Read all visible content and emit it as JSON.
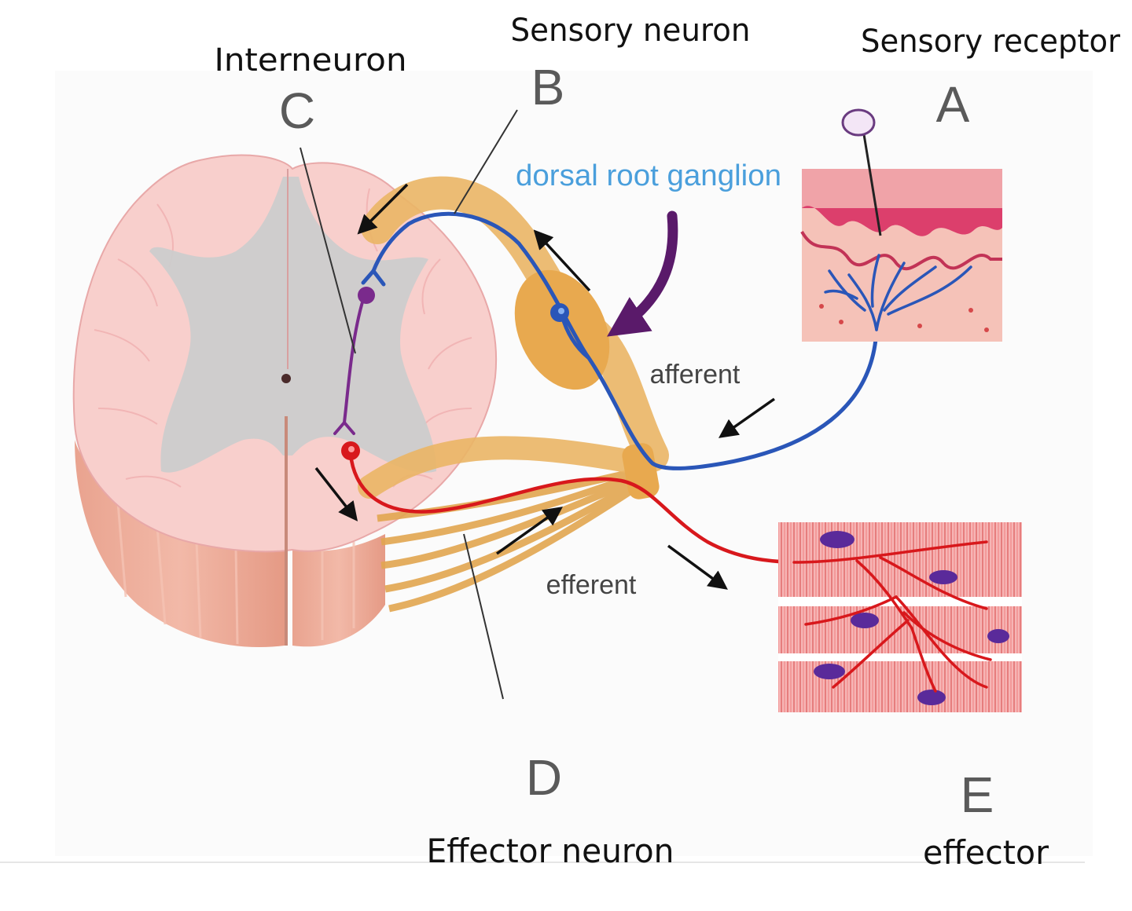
{
  "labels": {
    "A": {
      "letter": "A",
      "caption": "Sensory receptor"
    },
    "B": {
      "letter": "B",
      "caption": "Sensory neuron"
    },
    "C": {
      "letter": "C",
      "caption": "Interneuron"
    },
    "D": {
      "letter": "D",
      "caption": "Effector neuron"
    },
    "E": {
      "letter": "E",
      "caption": "effector"
    }
  },
  "printed": {
    "ganglion": "dorsal root ganglion",
    "afferent": "afferent",
    "efferent": "efferent"
  },
  "colors": {
    "sensory_pathway": "#2a56b8",
    "motor_pathway": "#d8181c",
    "interneuron": "#7a2a8c",
    "nerve": "#e8b25e",
    "white_matter": "#f7c9c6",
    "gray_matter": "#cfcfcf",
    "skin": "#e3566e",
    "muscle": "#f29a9a",
    "nucleus": "#5a2a9a",
    "ganglion_arrow": "#5a1a6a"
  }
}
